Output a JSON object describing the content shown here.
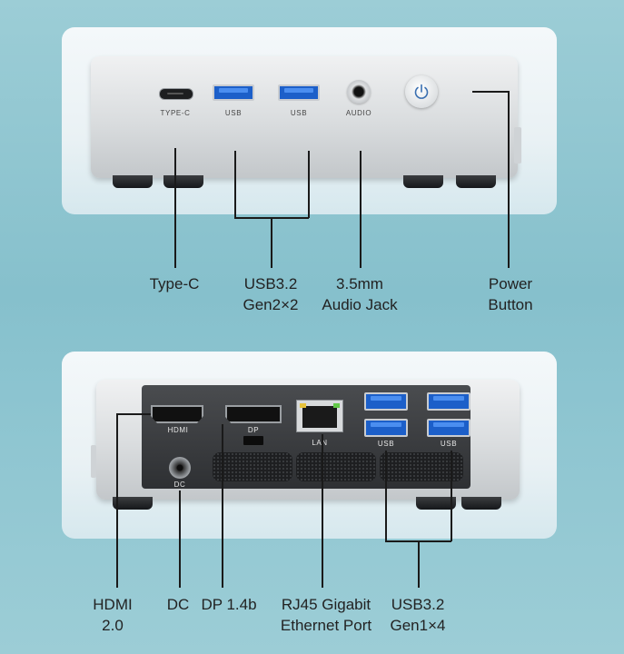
{
  "front": {
    "port_labels": {
      "typec": "TYPE-C",
      "usb1": "USB",
      "usb2": "USB",
      "audio": "AUDIO"
    },
    "captions": {
      "typec": "Type-C",
      "usb_line1": "USB3.2",
      "usb_line2": "Gen2×2",
      "audio_line1": "3.5mm",
      "audio_line2": "Audio Jack",
      "power_line1": "Power",
      "power_line2": "Button"
    }
  },
  "back": {
    "port_labels": {
      "hdmi": "HDMI",
      "dp": "DP",
      "lan": "LAN",
      "usb1": "USB",
      "usb2": "USB",
      "dc": "DC"
    },
    "captions": {
      "hdmi_line1": "HDMI",
      "hdmi_line2": "2.0",
      "dc": "DC",
      "dp": "DP 1.4b",
      "rj45_line1": "RJ45 Gigabit",
      "rj45_line2": "Ethernet Port",
      "usb_line1": "USB3.2",
      "usb_line2": "Gen1×4"
    }
  },
  "colors": {
    "background": "#8ec4cf",
    "usb_port": "#1c5fc9",
    "line": "#1a1a1a"
  }
}
